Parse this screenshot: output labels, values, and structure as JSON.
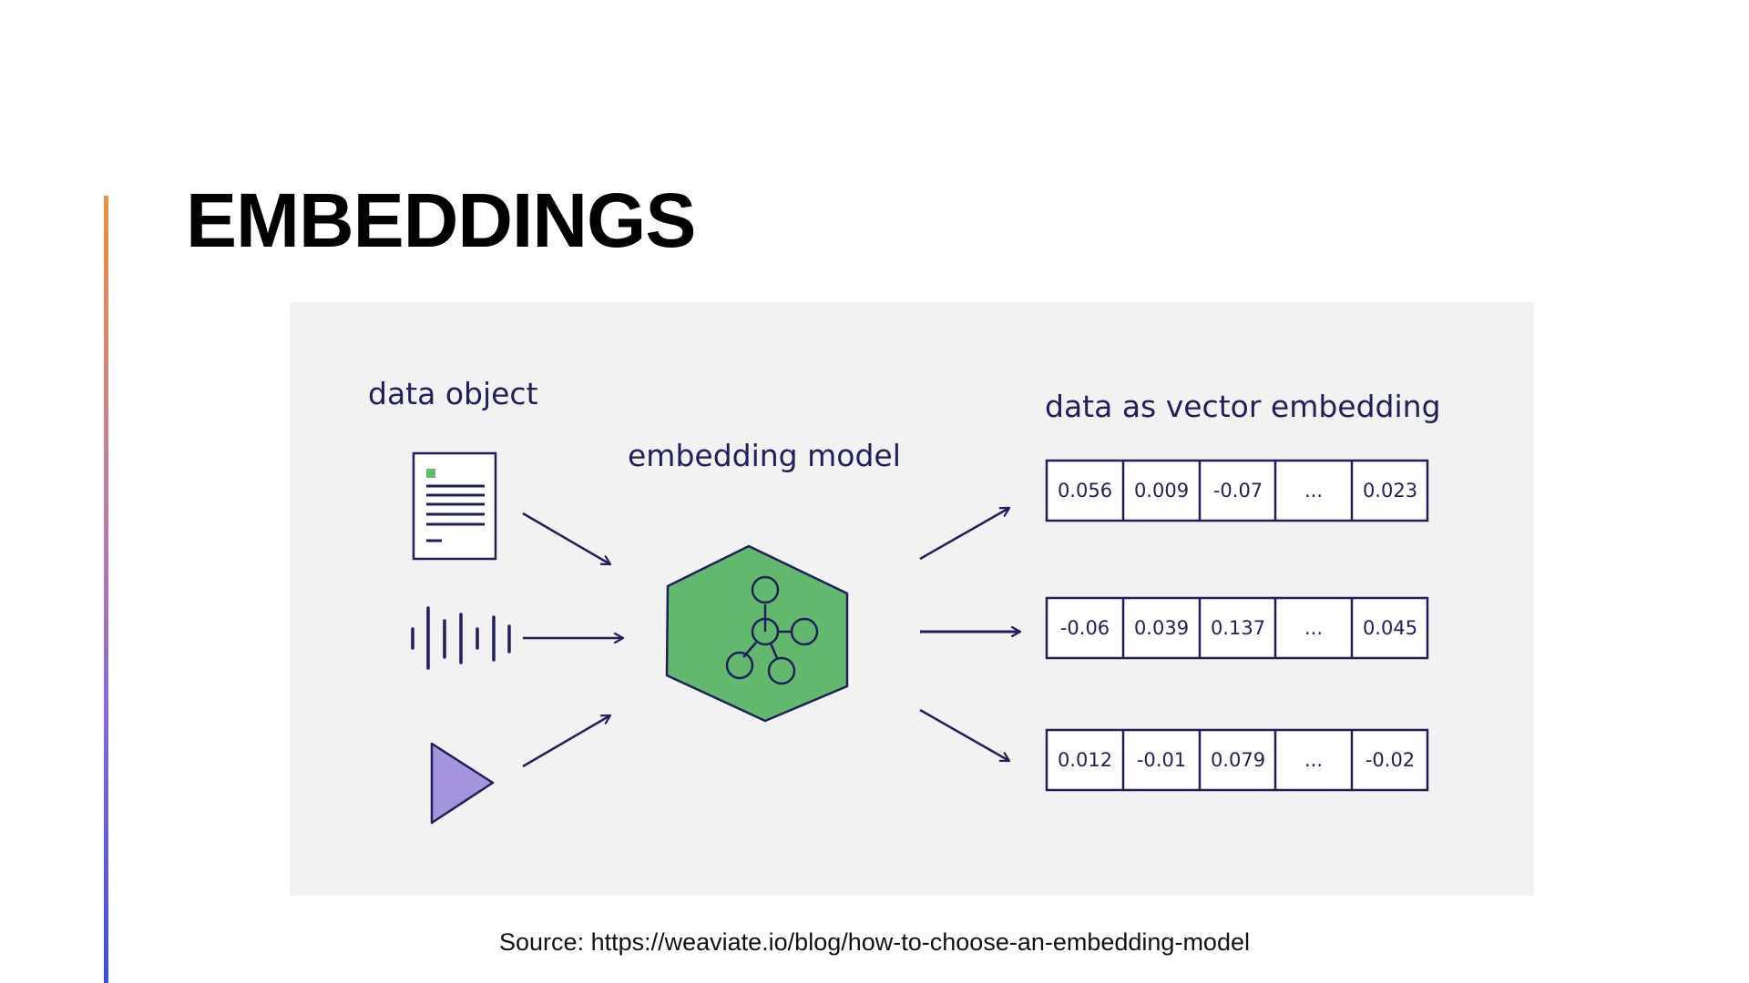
{
  "slide": {
    "title": "EMBEDDINGS",
    "source": "Source: https://weaviate.io/blog/how-to-choose-an-embedding-model"
  },
  "diagram": {
    "input_label": "data object",
    "model_label": "embedding model",
    "output_label": "data as vector embedding",
    "inputs": [
      "document-icon",
      "audio-waveform-icon",
      "video-play-icon"
    ],
    "model_icon": "network-node-hexagon-icon",
    "vectors": [
      [
        "0.056",
        "0.009",
        "-0.07",
        "...",
        "0.023"
      ],
      [
        "-0.06",
        "0.039",
        "0.137",
        "...",
        "0.045"
      ],
      [
        "0.012",
        "-0.01",
        "0.079",
        "...",
        "-0.02"
      ]
    ]
  },
  "colors": {
    "accent_gradient": [
      "#e8923a",
      "#c07aa6",
      "#8a6ad4",
      "#3a4fe0"
    ],
    "ink": "#1f1f5c",
    "model_green": "#62b96e",
    "play_purple": "#a594de",
    "doc_marker_green": "#62b96e",
    "figure_bg": "#f2f2f2"
  }
}
